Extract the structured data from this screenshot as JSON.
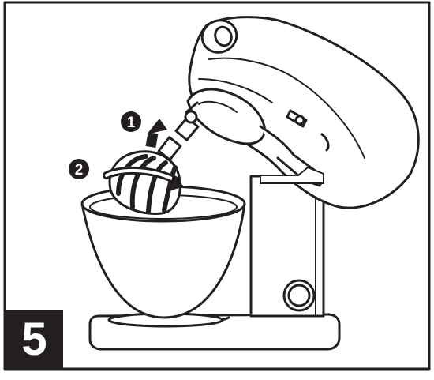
{
  "step": {
    "number": "5"
  },
  "callouts": [
    {
      "label": "1",
      "meaning": "push-attachment-up"
    },
    {
      "label": "2",
      "meaning": "rotate-attachment"
    }
  ],
  "colors": {
    "ink": "#231f20",
    "paper": "#ffffff"
  },
  "icons": [
    "stand-mixer",
    "bowl",
    "whisk-attachment",
    "up-arrow",
    "rotate-arrow",
    "speed-knob"
  ]
}
